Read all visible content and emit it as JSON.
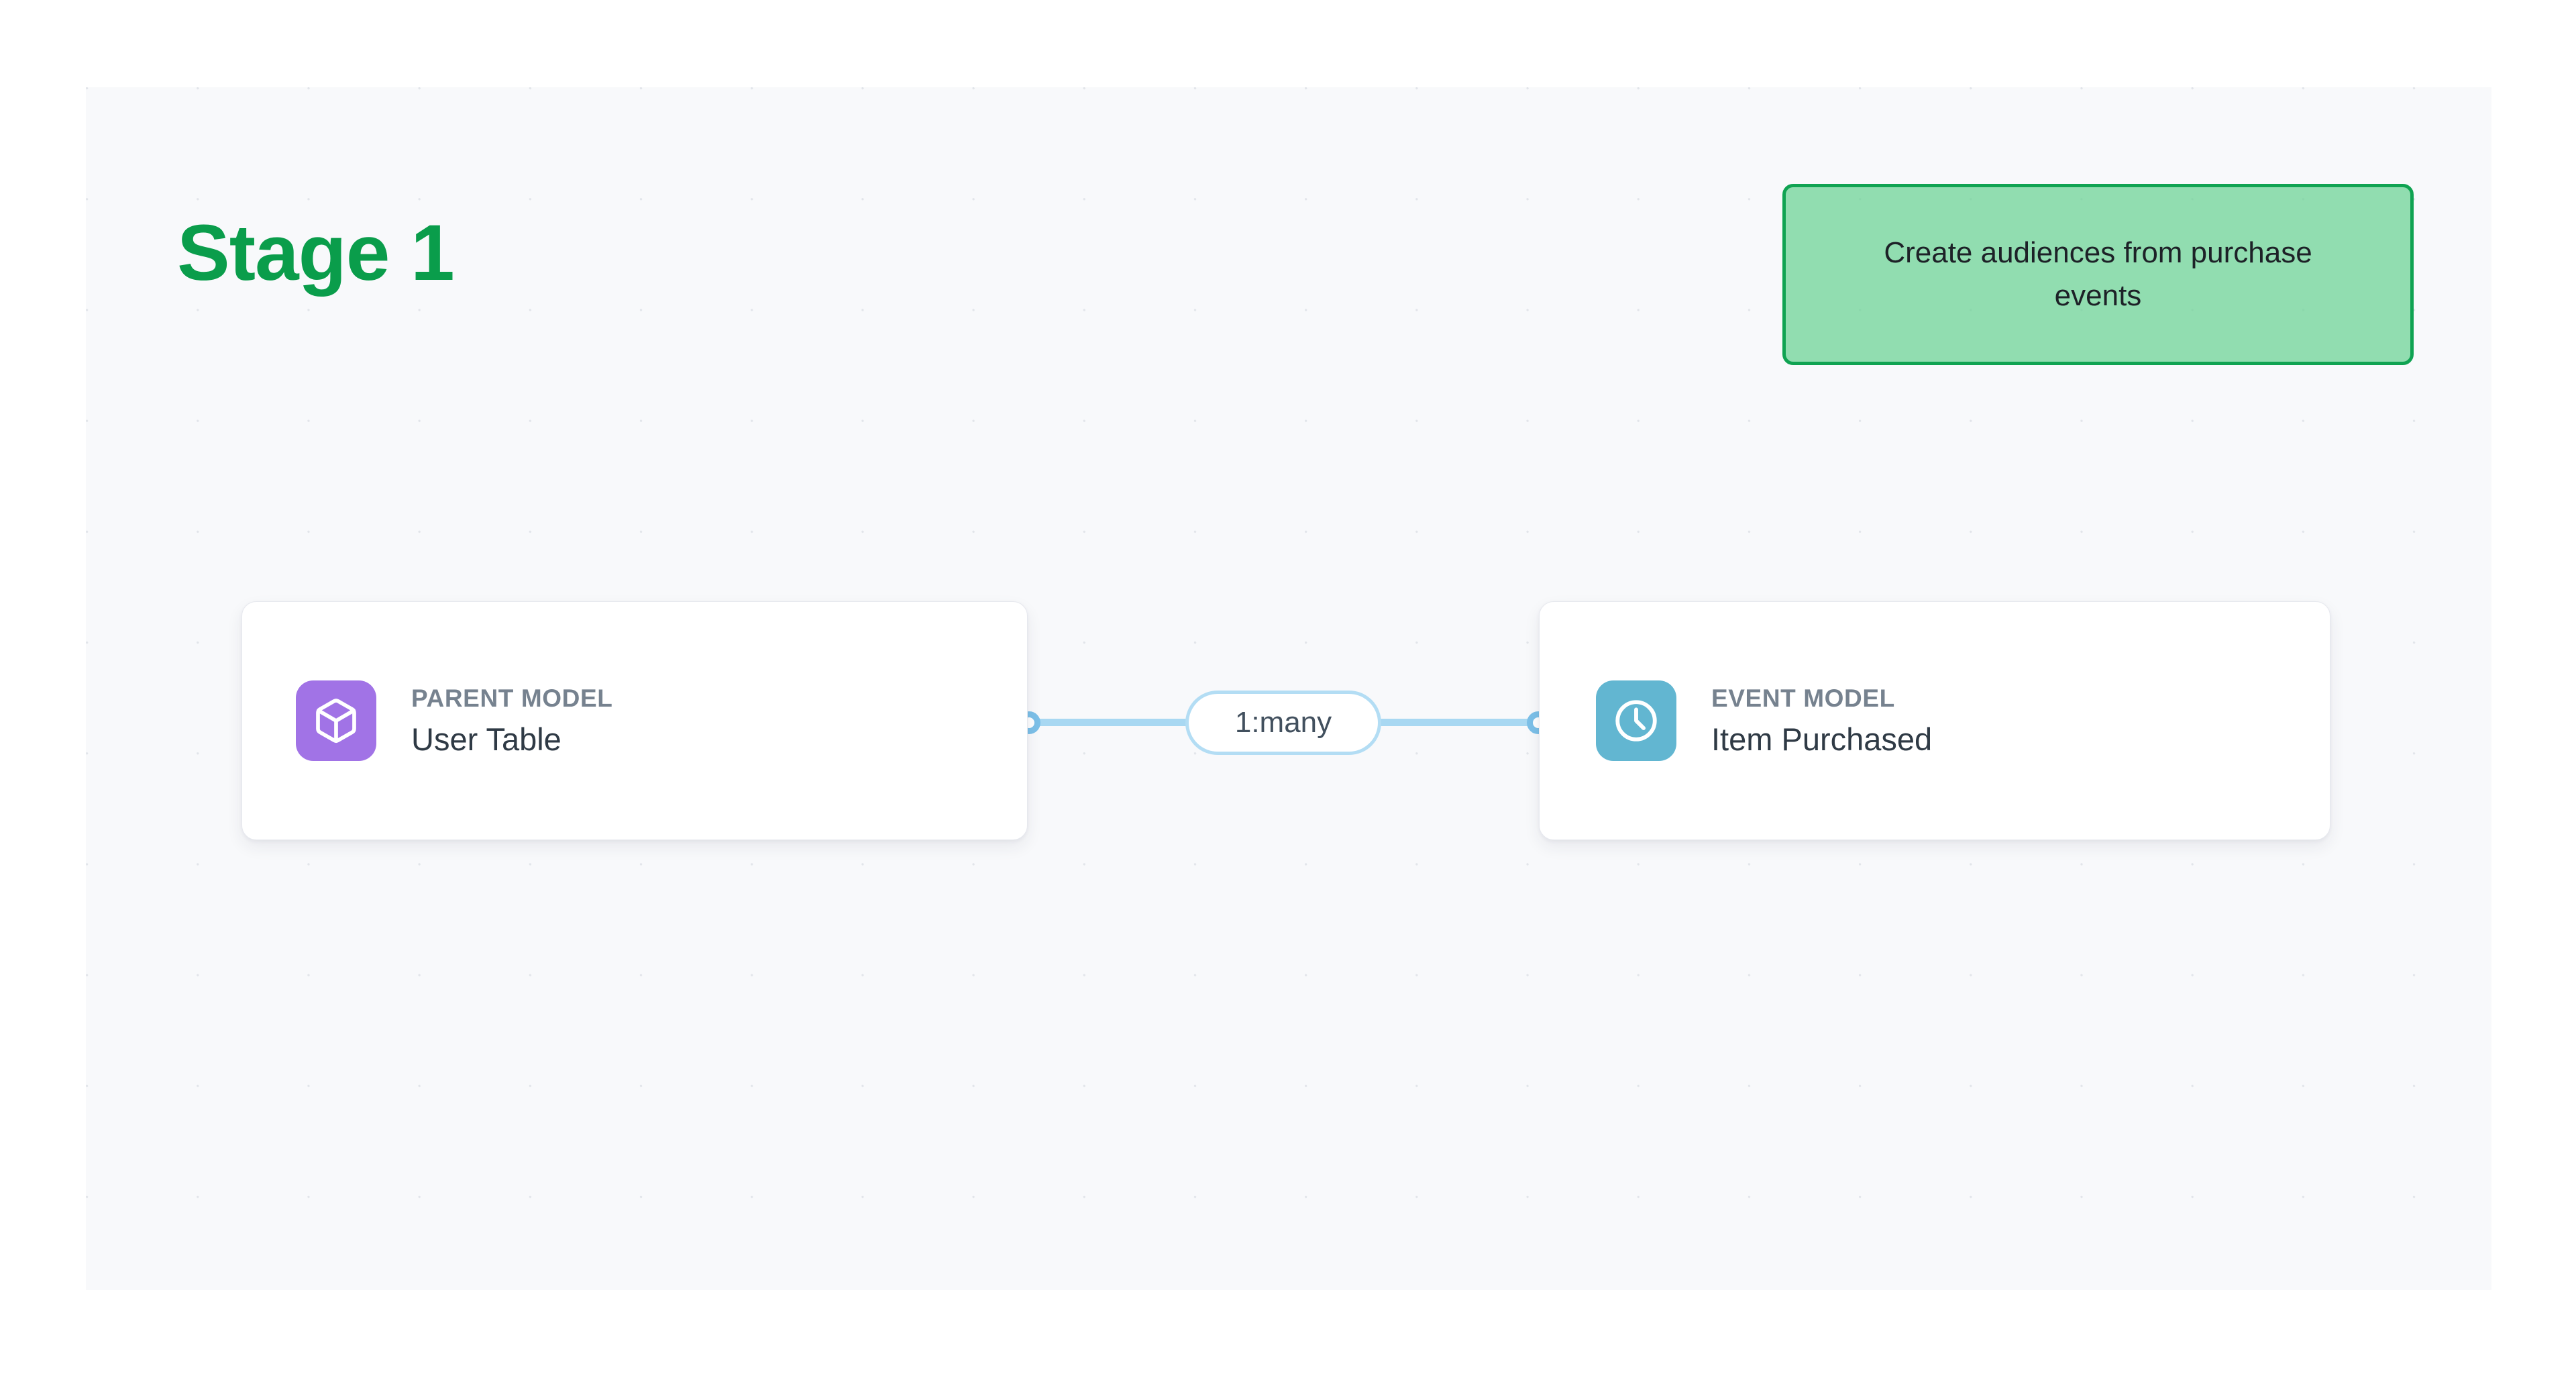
{
  "canvas": {
    "background_color": "#f8f9fb",
    "dot_color": "#e2e5ea"
  },
  "stage": {
    "title": "Stage 1",
    "title_color": "#0a9d4b"
  },
  "goal_badge": {
    "text": "Create audiences from purchase events",
    "fill_color": "#6ad193",
    "border_color": "#10a352",
    "text_color": "#1d2127"
  },
  "nodes": [
    {
      "id": "parent-model",
      "kicker": "PARENT MODEL",
      "title": "User Table",
      "icon": "cube-icon",
      "icon_color": "#a173e6"
    },
    {
      "id": "event-model",
      "kicker": "EVENT MODEL",
      "title": "Item Purchased",
      "icon": "clock-icon",
      "icon_color": "#62b6d1"
    }
  ],
  "edge": {
    "label": "1:many",
    "line_color": "#a8d8f2",
    "handle_color": "#7cc0e8",
    "pill_border_color": "#b3ddf4",
    "pill_text_color": "#42505e"
  }
}
